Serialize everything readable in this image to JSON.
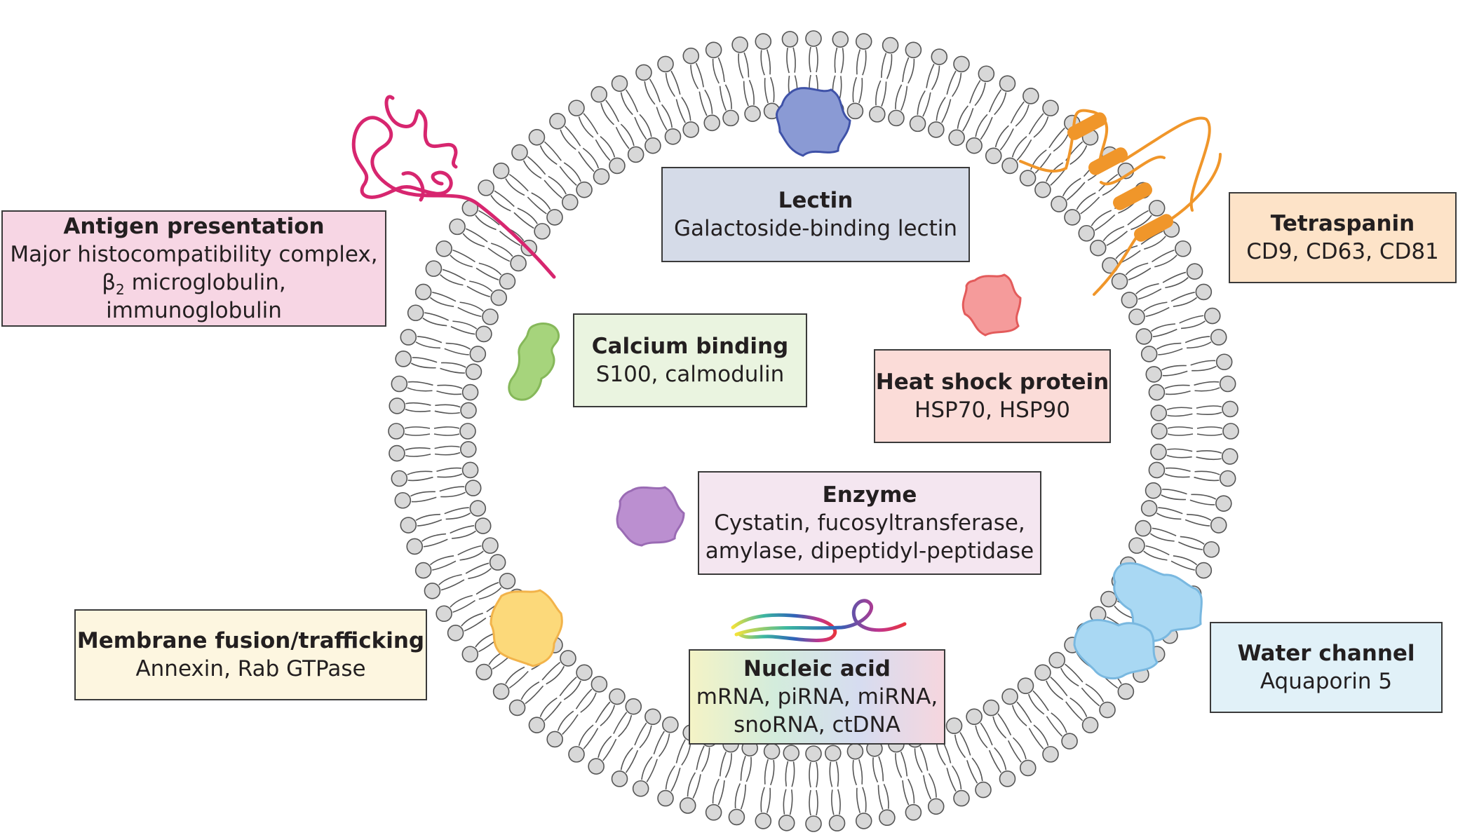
{
  "colors": {
    "lipid_head_fill": "#d8d8d8",
    "lipid_outline": "#555555",
    "antigen": "#d7266f",
    "tetraspanin": "#f0962a",
    "lectin": "#8a9ad4",
    "heat_shock": "#f59b9b",
    "calcium": "#a6d47c",
    "enzyme": "#bb8fd0",
    "annexin": "#fcd97a",
    "aquaporin": "#a9d8f3"
  },
  "boxes": {
    "antigen": {
      "title": "Antigen presentation",
      "line1": "Major histocompatibility complex,",
      "line2_prefix": "β",
      "line2_sub": "2",
      "line2_suffix": " microglobulin,",
      "line3": "immunoglobulin"
    },
    "lectin": {
      "title": "Lectin",
      "line1": "Galactoside-binding lectin"
    },
    "tetraspanin": {
      "title": "Tetraspanin",
      "line1": "CD9, CD63, CD81"
    },
    "calcium": {
      "title": "Calcium binding",
      "line1": "S100, calmodulin"
    },
    "heat_shock": {
      "title": "Heat shock protein",
      "line1": "HSP70, HSP90"
    },
    "enzyme": {
      "title": "Enzyme",
      "line1": "Cystatin, fucosyltransferase,",
      "line2": "amylase, dipeptidyl-peptidase"
    },
    "membrane": {
      "title": "Membrane fusion/trafficking",
      "line1": "Annexin, Rab GTPase"
    },
    "nucleic": {
      "title": "Nucleic acid",
      "line1": "mRNA, piRNA, miRNA,",
      "line2": "snoRNA, ctDNA"
    },
    "water": {
      "title": "Water channel",
      "line1": "Aquaporin 5"
    }
  }
}
